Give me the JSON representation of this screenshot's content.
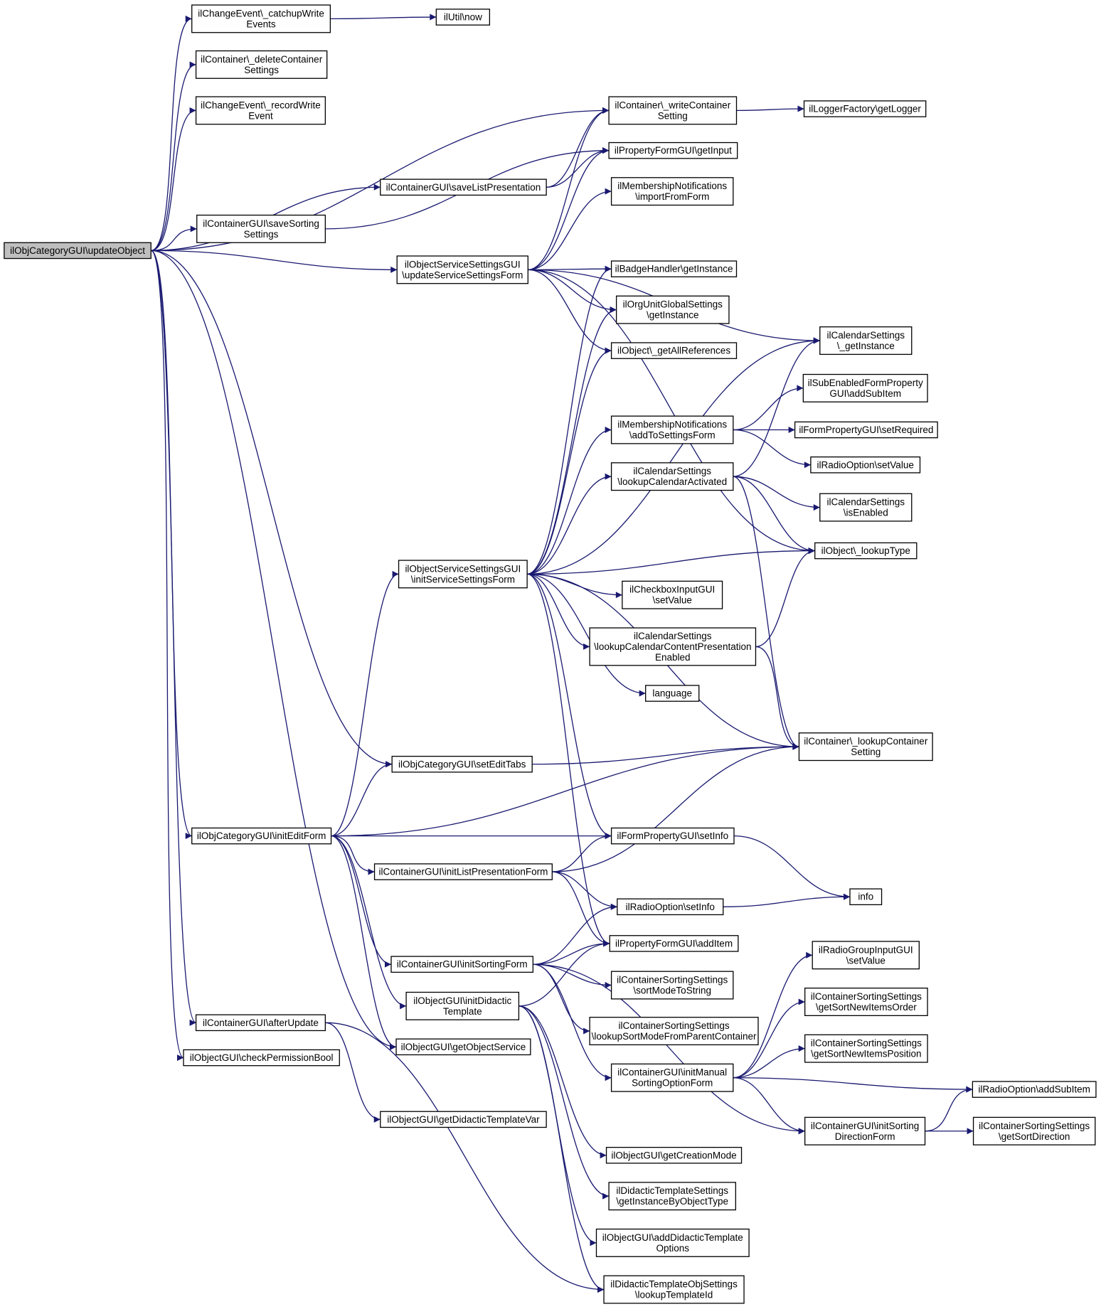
{
  "title": "ilObjCategoryGUI::updateObject call graph",
  "colors": {
    "edge": "#191970",
    "root_fill": "#bfbfbf",
    "node_fill": "#ffffff",
    "node_border": "#000000"
  },
  "nodes": [
    {
      "id": "root",
      "lines": [
        "ilObjCategoryGUI\\updateObject"
      ],
      "root": true
    },
    {
      "id": "n1",
      "lines": [
        "ilChangeEvent\\_catchupWrite",
        "Events"
      ]
    },
    {
      "id": "n2",
      "lines": [
        "ilUtil\\now"
      ]
    },
    {
      "id": "n3",
      "lines": [
        "ilContainer\\_deleteContainer",
        "Settings"
      ]
    },
    {
      "id": "n4",
      "lines": [
        "ilChangeEvent\\_recordWrite",
        "Event"
      ]
    },
    {
      "id": "n5",
      "lines": [
        "ilContainer\\_writeContainer",
        "Setting"
      ]
    },
    {
      "id": "n6",
      "lines": [
        "ilLoggerFactory\\getLogger"
      ]
    },
    {
      "id": "n7",
      "lines": [
        "ilPropertyFormGUI\\getInput"
      ]
    },
    {
      "id": "n8",
      "lines": [
        "ilContainerGUI\\saveListPresentation"
      ]
    },
    {
      "id": "n9",
      "lines": [
        "ilMembershipNotifications",
        "\\importFromForm"
      ]
    },
    {
      "id": "n10",
      "lines": [
        "ilContainerGUI\\saveSorting",
        "Settings"
      ]
    },
    {
      "id": "n11",
      "lines": [
        "ilObjectServiceSettingsGUI",
        "\\updateServiceSettingsForm"
      ]
    },
    {
      "id": "n12",
      "lines": [
        "ilBadgeHandler\\getInstance"
      ]
    },
    {
      "id": "n13",
      "lines": [
        "ilOrgUnitGlobalSettings",
        "\\getInstance"
      ]
    },
    {
      "id": "n14",
      "lines": [
        "ilCalendarSettings",
        "\\_getInstance"
      ]
    },
    {
      "id": "n15",
      "lines": [
        "ilObject\\_getAllReferences"
      ]
    },
    {
      "id": "n16",
      "lines": [
        "ilSubEnabledFormProperty",
        "GUI\\addSubItem"
      ]
    },
    {
      "id": "n17",
      "lines": [
        "ilMembershipNotifications",
        "\\addToSettingsForm"
      ]
    },
    {
      "id": "n18",
      "lines": [
        "ilFormPropertyGUI\\setRequired"
      ]
    },
    {
      "id": "n19",
      "lines": [
        "ilCalendarSettings",
        "\\lookupCalendarActivated"
      ]
    },
    {
      "id": "n20",
      "lines": [
        "ilRadioOption\\setValue"
      ]
    },
    {
      "id": "n21",
      "lines": [
        "ilCalendarSettings",
        "\\isEnabled"
      ]
    },
    {
      "id": "n22",
      "lines": [
        "ilObjectServiceSettingsGUI",
        "\\initServiceSettingsForm"
      ]
    },
    {
      "id": "n23",
      "lines": [
        "ilObject\\_lookupType"
      ]
    },
    {
      "id": "n24",
      "lines": [
        "ilCheckboxInputGUI",
        "\\setValue"
      ]
    },
    {
      "id": "n25",
      "lines": [
        "ilCalendarSettings",
        "\\lookupCalendarContentPresentation",
        "Enabled"
      ]
    },
    {
      "id": "n26",
      "lines": [
        "language"
      ]
    },
    {
      "id": "n27",
      "lines": [
        "ilContainer\\_lookupContainer",
        "Setting"
      ]
    },
    {
      "id": "n28",
      "lines": [
        "ilObjCategoryGUI\\setEditTabs"
      ]
    },
    {
      "id": "n29",
      "lines": [
        "ilObjCategoryGUI\\initEditForm"
      ]
    },
    {
      "id": "n30",
      "lines": [
        "ilFormPropertyGUI\\setInfo"
      ]
    },
    {
      "id": "n31",
      "lines": [
        "ilContainerGUI\\initListPresentationForm"
      ]
    },
    {
      "id": "n32",
      "lines": [
        "info"
      ]
    },
    {
      "id": "n33",
      "lines": [
        "ilRadioOption\\setInfo"
      ]
    },
    {
      "id": "n34",
      "lines": [
        "ilPropertyFormGUI\\addItem"
      ]
    },
    {
      "id": "n35",
      "lines": [
        "ilRadioGroupInputGUI",
        "\\setValue"
      ]
    },
    {
      "id": "n36",
      "lines": [
        "ilContainerGUI\\initSortingForm"
      ]
    },
    {
      "id": "n37",
      "lines": [
        "ilContainerSortingSettings",
        "\\sortModeToString"
      ]
    },
    {
      "id": "n38",
      "lines": [
        "ilObjectGUI\\initDidactic",
        "Template"
      ]
    },
    {
      "id": "n39",
      "lines": [
        "ilContainerSortingSettings",
        "\\getSortNewItemsOrder"
      ]
    },
    {
      "id": "n40",
      "lines": [
        "ilContainerSortingSettings",
        "\\lookupSortModeFromParentContainer"
      ]
    },
    {
      "id": "n41",
      "lines": [
        "ilContainerGUI\\afterUpdate"
      ]
    },
    {
      "id": "n42",
      "lines": [
        "ilObjectGUI\\getObjectService"
      ]
    },
    {
      "id": "n43",
      "lines": [
        "ilContainerSortingSettings",
        "\\getSortNewItemsPosition"
      ]
    },
    {
      "id": "n44",
      "lines": [
        "ilObjectGUI\\checkPermissionBool"
      ]
    },
    {
      "id": "n45",
      "lines": [
        "ilContainerGUI\\initManual",
        "SortingOptionForm"
      ]
    },
    {
      "id": "n46",
      "lines": [
        "ilRadioOption\\addSubItem"
      ]
    },
    {
      "id": "n47",
      "lines": [
        "ilObjectGUI\\getDidacticTemplateVar"
      ]
    },
    {
      "id": "n48",
      "lines": [
        "ilContainerGUI\\initSorting",
        "DirectionForm"
      ]
    },
    {
      "id": "n49",
      "lines": [
        "ilContainerSortingSettings",
        "\\getSortDirection"
      ]
    },
    {
      "id": "n50",
      "lines": [
        "ilObjectGUI\\getCreationMode"
      ]
    },
    {
      "id": "n51",
      "lines": [
        "ilDidacticTemplateSettings",
        "\\getInstanceByObjectType"
      ]
    },
    {
      "id": "n52",
      "lines": [
        "ilObjectGUI\\addDidacticTemplate",
        "Options"
      ]
    },
    {
      "id": "n53",
      "lines": [
        "ilDidacticTemplateObjSettings",
        "\\lookupTemplateId"
      ]
    }
  ],
  "edges": [
    [
      "root",
      "n1"
    ],
    [
      "root",
      "n3"
    ],
    [
      "root",
      "n4"
    ],
    [
      "root",
      "n5"
    ],
    [
      "root",
      "n8"
    ],
    [
      "root",
      "n10"
    ],
    [
      "root",
      "n11"
    ],
    [
      "root",
      "n28"
    ],
    [
      "root",
      "n29"
    ],
    [
      "root",
      "n41"
    ],
    [
      "root",
      "n42"
    ],
    [
      "root",
      "n44"
    ],
    [
      "n1",
      "n2"
    ],
    [
      "n5",
      "n6"
    ],
    [
      "n8",
      "n5"
    ],
    [
      "n8",
      "n7"
    ],
    [
      "n10",
      "n7"
    ],
    [
      "n11",
      "n5"
    ],
    [
      "n11",
      "n7"
    ],
    [
      "n11",
      "n9"
    ],
    [
      "n11",
      "n12"
    ],
    [
      "n11",
      "n13"
    ],
    [
      "n11",
      "n14"
    ],
    [
      "n11",
      "n15"
    ],
    [
      "n11",
      "n23"
    ],
    [
      "n17",
      "n16"
    ],
    [
      "n17",
      "n18"
    ],
    [
      "n17",
      "n20"
    ],
    [
      "n19",
      "n14"
    ],
    [
      "n19",
      "n21"
    ],
    [
      "n19",
      "n23"
    ],
    [
      "n19",
      "n27"
    ],
    [
      "n22",
      "n12"
    ],
    [
      "n22",
      "n13"
    ],
    [
      "n22",
      "n14"
    ],
    [
      "n22",
      "n15"
    ],
    [
      "n22",
      "n17"
    ],
    [
      "n22",
      "n19"
    ],
    [
      "n22",
      "n23"
    ],
    [
      "n22",
      "n24"
    ],
    [
      "n22",
      "n25"
    ],
    [
      "n22",
      "n26"
    ],
    [
      "n22",
      "n27"
    ],
    [
      "n22",
      "n30"
    ],
    [
      "n22",
      "n34"
    ],
    [
      "n25",
      "n23"
    ],
    [
      "n25",
      "n27"
    ],
    [
      "n28",
      "n27"
    ],
    [
      "n29",
      "n22"
    ],
    [
      "n29",
      "n28"
    ],
    [
      "n29",
      "n27"
    ],
    [
      "n29",
      "n30"
    ],
    [
      "n29",
      "n31"
    ],
    [
      "n29",
      "n36"
    ],
    [
      "n29",
      "n38"
    ],
    [
      "n29",
      "n42"
    ],
    [
      "n30",
      "n32"
    ],
    [
      "n31",
      "n30"
    ],
    [
      "n31",
      "n33"
    ],
    [
      "n31",
      "n34"
    ],
    [
      "n31",
      "n27"
    ],
    [
      "n33",
      "n32"
    ],
    [
      "n36",
      "n33"
    ],
    [
      "n36",
      "n34"
    ],
    [
      "n36",
      "n37"
    ],
    [
      "n36",
      "n40"
    ],
    [
      "n36",
      "n45"
    ],
    [
      "n36",
      "n48"
    ],
    [
      "n38",
      "n34"
    ],
    [
      "n38",
      "n50"
    ],
    [
      "n38",
      "n51"
    ],
    [
      "n38",
      "n52"
    ],
    [
      "n38",
      "n53"
    ],
    [
      "n41",
      "n47"
    ],
    [
      "n41",
      "n53"
    ],
    [
      "n45",
      "n35"
    ],
    [
      "n45",
      "n39"
    ],
    [
      "n45",
      "n43"
    ],
    [
      "n45",
      "n46"
    ],
    [
      "n45",
      "n48"
    ],
    [
      "n48",
      "n46"
    ],
    [
      "n48",
      "n49"
    ]
  ]
}
